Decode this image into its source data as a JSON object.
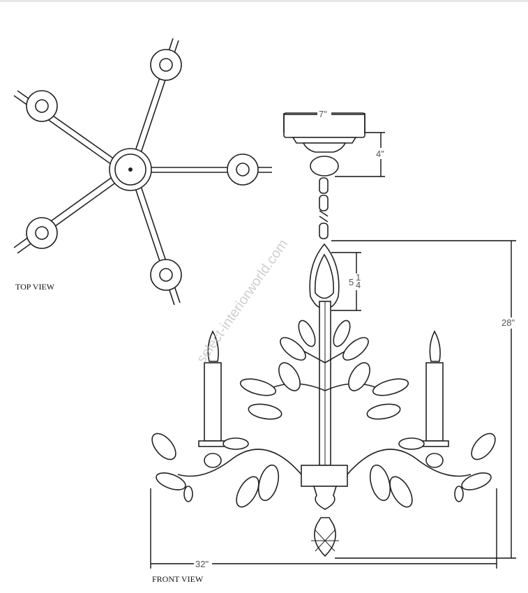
{
  "labels": {
    "top_view": "TOP VIEW",
    "front_view": "FRONT VIEW"
  },
  "dimensions": {
    "canopy_width": "7\"",
    "canopy_height": "4\"",
    "loop_height_whole": "5",
    "loop_height_fraction_num": "1",
    "loop_height_fraction_den": "4",
    "overall_height": "28\"",
    "overall_width": "32\""
  },
  "watermark": "select-interiorworld.com"
}
